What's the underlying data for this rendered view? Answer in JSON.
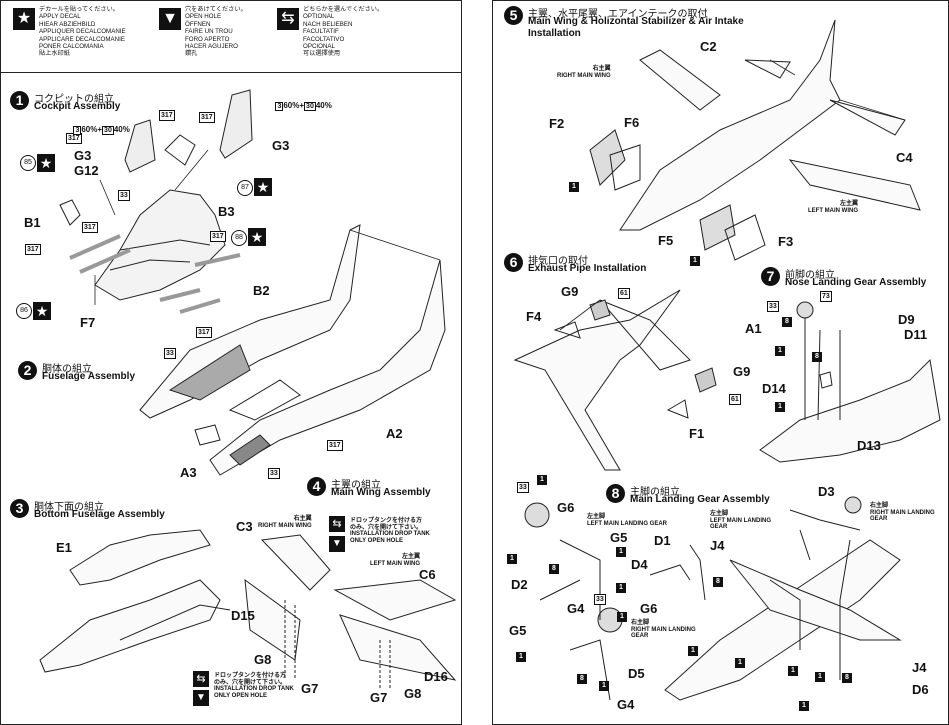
{
  "legend": {
    "apply_decal": {
      "icon": "star-icon",
      "text": "デカールを貼ってください。\nAPPLY DECAL\nHIEAR ABZIEHBILD\nAPPLIQUER DECALCOMANIE\nAPPLICARE DECALCOMANIE\nPONER CALCOMANIA\n貼上水印紙"
    },
    "open_hole": {
      "icon": "drill-icon",
      "text": "穴をあけてください。\nOPEN HOLE\nÖFFNEN\nFAIRE UN TROU\nFORO APERTO\nHACER AGUJERO\n鑽孔"
    },
    "optional": {
      "icon": "choice-arrows-icon",
      "text": "どちらかを選んでください。\nOPTIONAL\nNACH BELIEBEN\nFACULTATIF\nFACOLTATIVO\nOPCIONAL\n可以選擇使用"
    }
  },
  "steps": [
    {
      "num": "1",
      "jp": "コクピットの組立",
      "en": "Cockpit Assembly"
    },
    {
      "num": "2",
      "jp": "胴体の組立",
      "en": "Fuselage Assembly"
    },
    {
      "num": "3",
      "jp": "胴体下面の組立",
      "en": "Bottom Fuselage Assembly"
    },
    {
      "num": "4",
      "jp": "主翼の組立",
      "en": "Main Wing Assembly"
    },
    {
      "num": "5",
      "jp": "主翼、水平尾翼、エアインテークの取付",
      "en": "Main Wing & Holizontal Stabilizer & Air Intake Installation"
    },
    {
      "num": "6",
      "jp": "排気口の取付",
      "en": "Exhaust Pipe Installation"
    },
    {
      "num": "7",
      "jp": "前脚の組立",
      "en": "Nose Landing Gear Assembly"
    },
    {
      "num": "8",
      "jp": "主脚の組立",
      "en": "Main Landing Gear Assembly"
    }
  ],
  "parts": {
    "G3a": "G3",
    "G12": "G12",
    "G3b": "G3",
    "B1": "B1",
    "B3": "B3",
    "F7": "F7",
    "B2": "B2",
    "A2": "A2",
    "A3": "A3",
    "E1": "E1",
    "C3": "C3",
    "D15": "D15",
    "G8a": "G8",
    "G7a": "G7",
    "C6": "C6",
    "D16": "D16",
    "G7b": "G7",
    "G8b": "G8",
    "C2": "C2",
    "F2": "F2",
    "F6": "F6",
    "C4": "C4",
    "F5": "F5",
    "F3": "F3",
    "G9a": "G9",
    "F4": "F4",
    "G9b": "G9",
    "F1": "F1",
    "D9": "D9",
    "A1": "A1",
    "D11": "D11",
    "D14": "D14",
    "D13": "D13",
    "G6a": "G6",
    "G5a": "G5",
    "D2": "D2",
    "G4a": "G4",
    "D1": "D1",
    "J4a": "J4",
    "D4": "D4",
    "G6b": "G6",
    "G5b": "G5",
    "D5": "D5",
    "G4b": "G4",
    "D3": "D3",
    "J4b": "J4",
    "D6": "D6"
  },
  "paint": {
    "c317": "317",
    "c33": "33",
    "c61": "61",
    "c73": "73",
    "c8": "8",
    "c1": "1",
    "mix_a_3": "3",
    "mix_a_rest": "60%+",
    "mix_a_30": "30",
    "mix_a_end": "40%",
    "mix_b_3": "3",
    "mix_b_rest": "60%+",
    "mix_b_30": "30",
    "mix_b_end": "40%"
  },
  "decals": {
    "d85": "85",
    "d87": "87",
    "d88": "88",
    "d86": "86"
  },
  "tags": {
    "right_main_wing_4": "右主翼\nRIGHT MAIN WING",
    "left_main_wing_4": "左主翼\nLEFT MAIN WING",
    "drop_tank_top": "ドロップタンクを付ける方\nのみ、穴を開けて下さい。\nINSTALLATION DROP TANK\nONLY OPEN HOLE",
    "drop_tank_bottom": "ドロップタンクを付ける方\nのみ、穴を開けて下さい。\nINSTALLATION DROP TANK\nONLY OPEN HOLE",
    "right_main_wing_5": "右主翼\nRIGHT MAIN WING",
    "left_main_wing_5": "左主翼\nLEFT MAIN WING",
    "left_main_gear_a": "左主脚\nLEFT MAIN LANDING GEAR",
    "left_main_gear_b": "左主脚\nLEFT MAIN LANDING\nGEAR",
    "right_main_gear_a": "右主脚\nRIGHT MAIN LANDING\nGEAR",
    "right_main_gear_b": "右主脚\nRIGHT MAIN LANDING\nGEAR"
  }
}
